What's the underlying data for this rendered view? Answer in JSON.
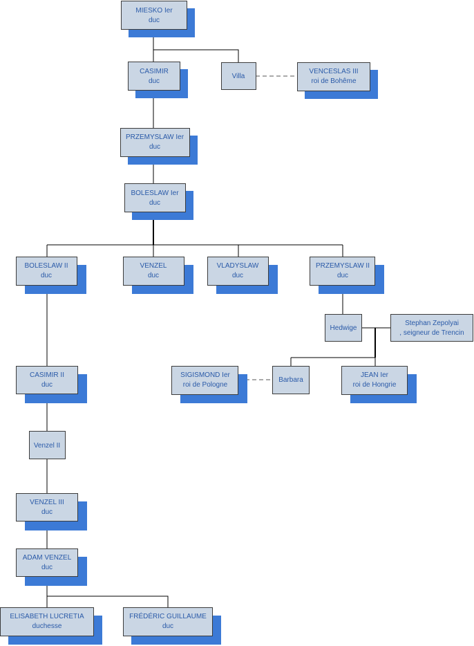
{
  "colors": {
    "box_fill": "#cad6e4",
    "shadow": "#3c7ad6",
    "text": "#2a5aa8",
    "line": "#000000"
  },
  "nodes": {
    "miesko": {
      "line1": "MIESKO Ier",
      "line2": "duc"
    },
    "casimir": {
      "line1": "CASIMIR",
      "line2": "duc"
    },
    "villa": {
      "line1": "Villa",
      "line2": ""
    },
    "venceslas3": {
      "line1": "VENCESLAS III",
      "line2": "roi de Bohême"
    },
    "przemyslaw1": {
      "line1": "PRZEMYSLAW Ier",
      "line2": "duc"
    },
    "boleslaw1": {
      "line1": "BOLESLAW Ier",
      "line2": "duc"
    },
    "boleslaw2": {
      "line1": "BOLESLAW II",
      "line2": "duc"
    },
    "venzel": {
      "line1": "VENZEL",
      "line2": "duc"
    },
    "vladyslaw": {
      "line1": "VLADYSLAW",
      "line2": "duc"
    },
    "przemyslaw2": {
      "line1": "PRZEMYSLAW II",
      "line2": "duc"
    },
    "hedwige": {
      "line1": "Hedwige",
      "line2": ""
    },
    "stephan": {
      "line1": "Stephan Zepolyai",
      "line2": ", seigneur de Trencin"
    },
    "sigismond": {
      "line1": "SIGISMOND Ier",
      "line2": "roi de Pologne"
    },
    "barbara": {
      "line1": "Barbara",
      "line2": ""
    },
    "jean1": {
      "line1": "JEAN Ier",
      "line2": "roi de Hongrie"
    },
    "casimir2": {
      "line1": "CASIMIR II",
      "line2": "duc"
    },
    "venzel2": {
      "line1": "Venzel II",
      "line2": ""
    },
    "venzel3": {
      "line1": "VENZEL III",
      "line2": "duc"
    },
    "adamvenzel": {
      "line1": "ADAM VENZEL",
      "line2": "duc"
    },
    "elisabeth": {
      "line1": "ELISABETH LUCRETIA",
      "line2": "duchesse"
    },
    "frederic": {
      "line1": "FRÉDÉRIC GUILLAUME",
      "line2": "duc"
    }
  }
}
